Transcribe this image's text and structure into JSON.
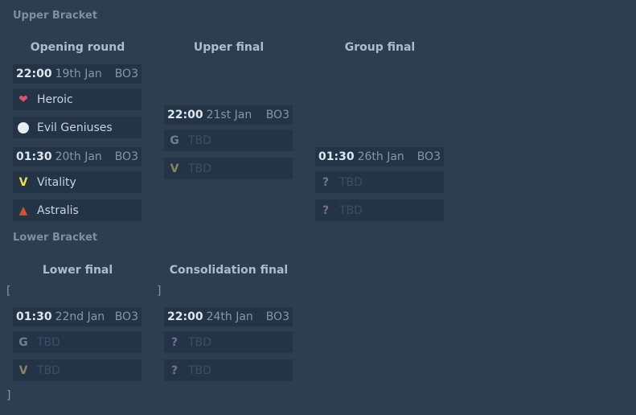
{
  "upper": {
    "title": "Upper Bracket",
    "columns": [
      "Opening round",
      "Upper final",
      "Group final"
    ],
    "matches": [
      {
        "time": "22:00",
        "date": "19th Jan",
        "format": "BO3",
        "teams": [
          {
            "name": "Heroic",
            "icon": "heroic-logo"
          },
          {
            "name": "Evil Geniuses",
            "icon": "evil-geniuses-logo"
          }
        ]
      },
      {
        "time": "01:30",
        "date": "20th Jan",
        "format": "BO3",
        "teams": [
          {
            "name": "Vitality",
            "icon": "vitality-logo"
          },
          {
            "name": "Astralis",
            "icon": "astralis-logo"
          }
        ]
      },
      {
        "time": "22:00",
        "date": "21st Jan",
        "format": "BO3",
        "teams": [
          {
            "name": "TBD"
          },
          {
            "name": "TBD"
          }
        ]
      },
      {
        "time": "01:30",
        "date": "26th Jan",
        "format": "BO3",
        "teams": [
          {
            "name": "TBD"
          },
          {
            "name": "TBD"
          }
        ]
      }
    ]
  },
  "lower": {
    "title": "Lower Bracket",
    "columns": [
      "Lower final",
      "Consolidation final"
    ],
    "matches": [
      {
        "time": "01:30",
        "date": "22nd Jan",
        "format": "BO3",
        "teams": [
          {
            "name": "TBD"
          },
          {
            "name": "TBD"
          }
        ]
      },
      {
        "time": "22:00",
        "date": "24th Jan",
        "format": "BO3",
        "teams": [
          {
            "name": "TBD"
          },
          {
            "name": "TBD"
          }
        ]
      }
    ]
  },
  "brackets": {
    "open": "[",
    "close": "]"
  },
  "unknown_icon": "?"
}
